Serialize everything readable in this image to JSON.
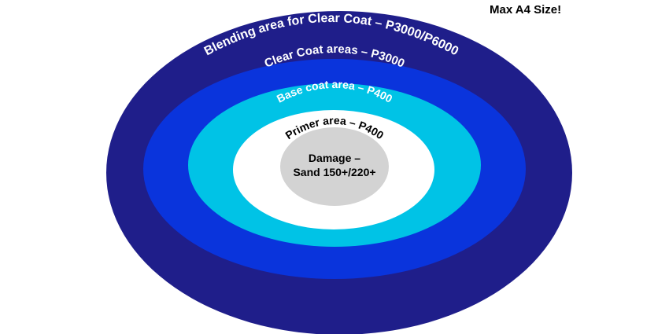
{
  "note": "Max A4 Size!",
  "zones": {
    "blending": {
      "label": "Blending area for Clear Coat – P3000/P6000",
      "color": "#1f1e8a"
    },
    "clear_coat": {
      "label": "Clear Coat areas – P3000",
      "color": "#0a34dc"
    },
    "base_coat": {
      "label": "Base coat area – P400",
      "color": "#00c3e6"
    },
    "primer": {
      "label": "Primer area – P400",
      "color": "#ffffff"
    },
    "damage": {
      "line1": "Damage –",
      "line2": "Sand 150+/220+",
      "color": "#d3d3d3"
    }
  }
}
